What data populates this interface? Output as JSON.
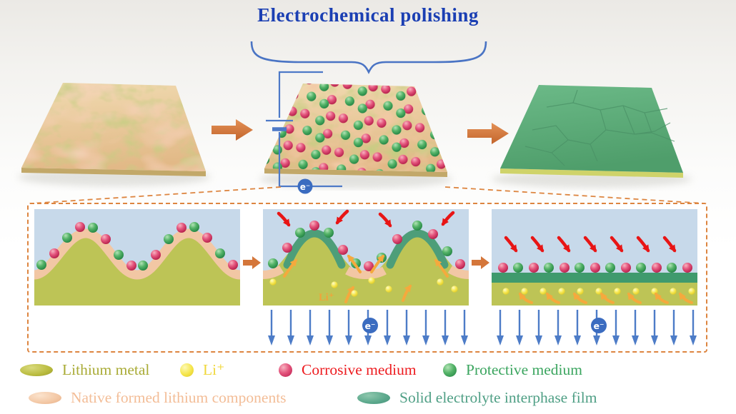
{
  "title": "Electrochemical polishing",
  "labels": {
    "electron": "e⁻",
    "li_ion": "Li⁺"
  },
  "legend": {
    "items": [
      {
        "label": "Lithium metal",
        "color": "#a9ab36"
      },
      {
        "label": "Li⁺",
        "color": "#f0d73a"
      },
      {
        "label": "Corrosive medium",
        "color": "#ed1b1f"
      },
      {
        "label": "Protective medium",
        "color": "#3ba55f"
      },
      {
        "label": "Native formed lithium components",
        "color": "#f3bd97"
      },
      {
        "label": "Solid electrolyte interphase film",
        "color": "#4f9f85"
      }
    ]
  },
  "colors": {
    "title_blue": "#1b3fb3",
    "circuit_blue": "#4d79c7",
    "electron_badge": "#3b6cc0",
    "dashed_border": "#dd8540",
    "block_arrow_orange": "#d4763a",
    "lithium_metal": "#bdc456",
    "native_components": "#f2c7a4",
    "sei_film": "#4d9e79",
    "corrosive_medium": "#cf2458",
    "protective_medium": "#35a052",
    "li_ion_yellow": "#f3e23c",
    "electrolyte_background": "#c7d9ea"
  }
}
